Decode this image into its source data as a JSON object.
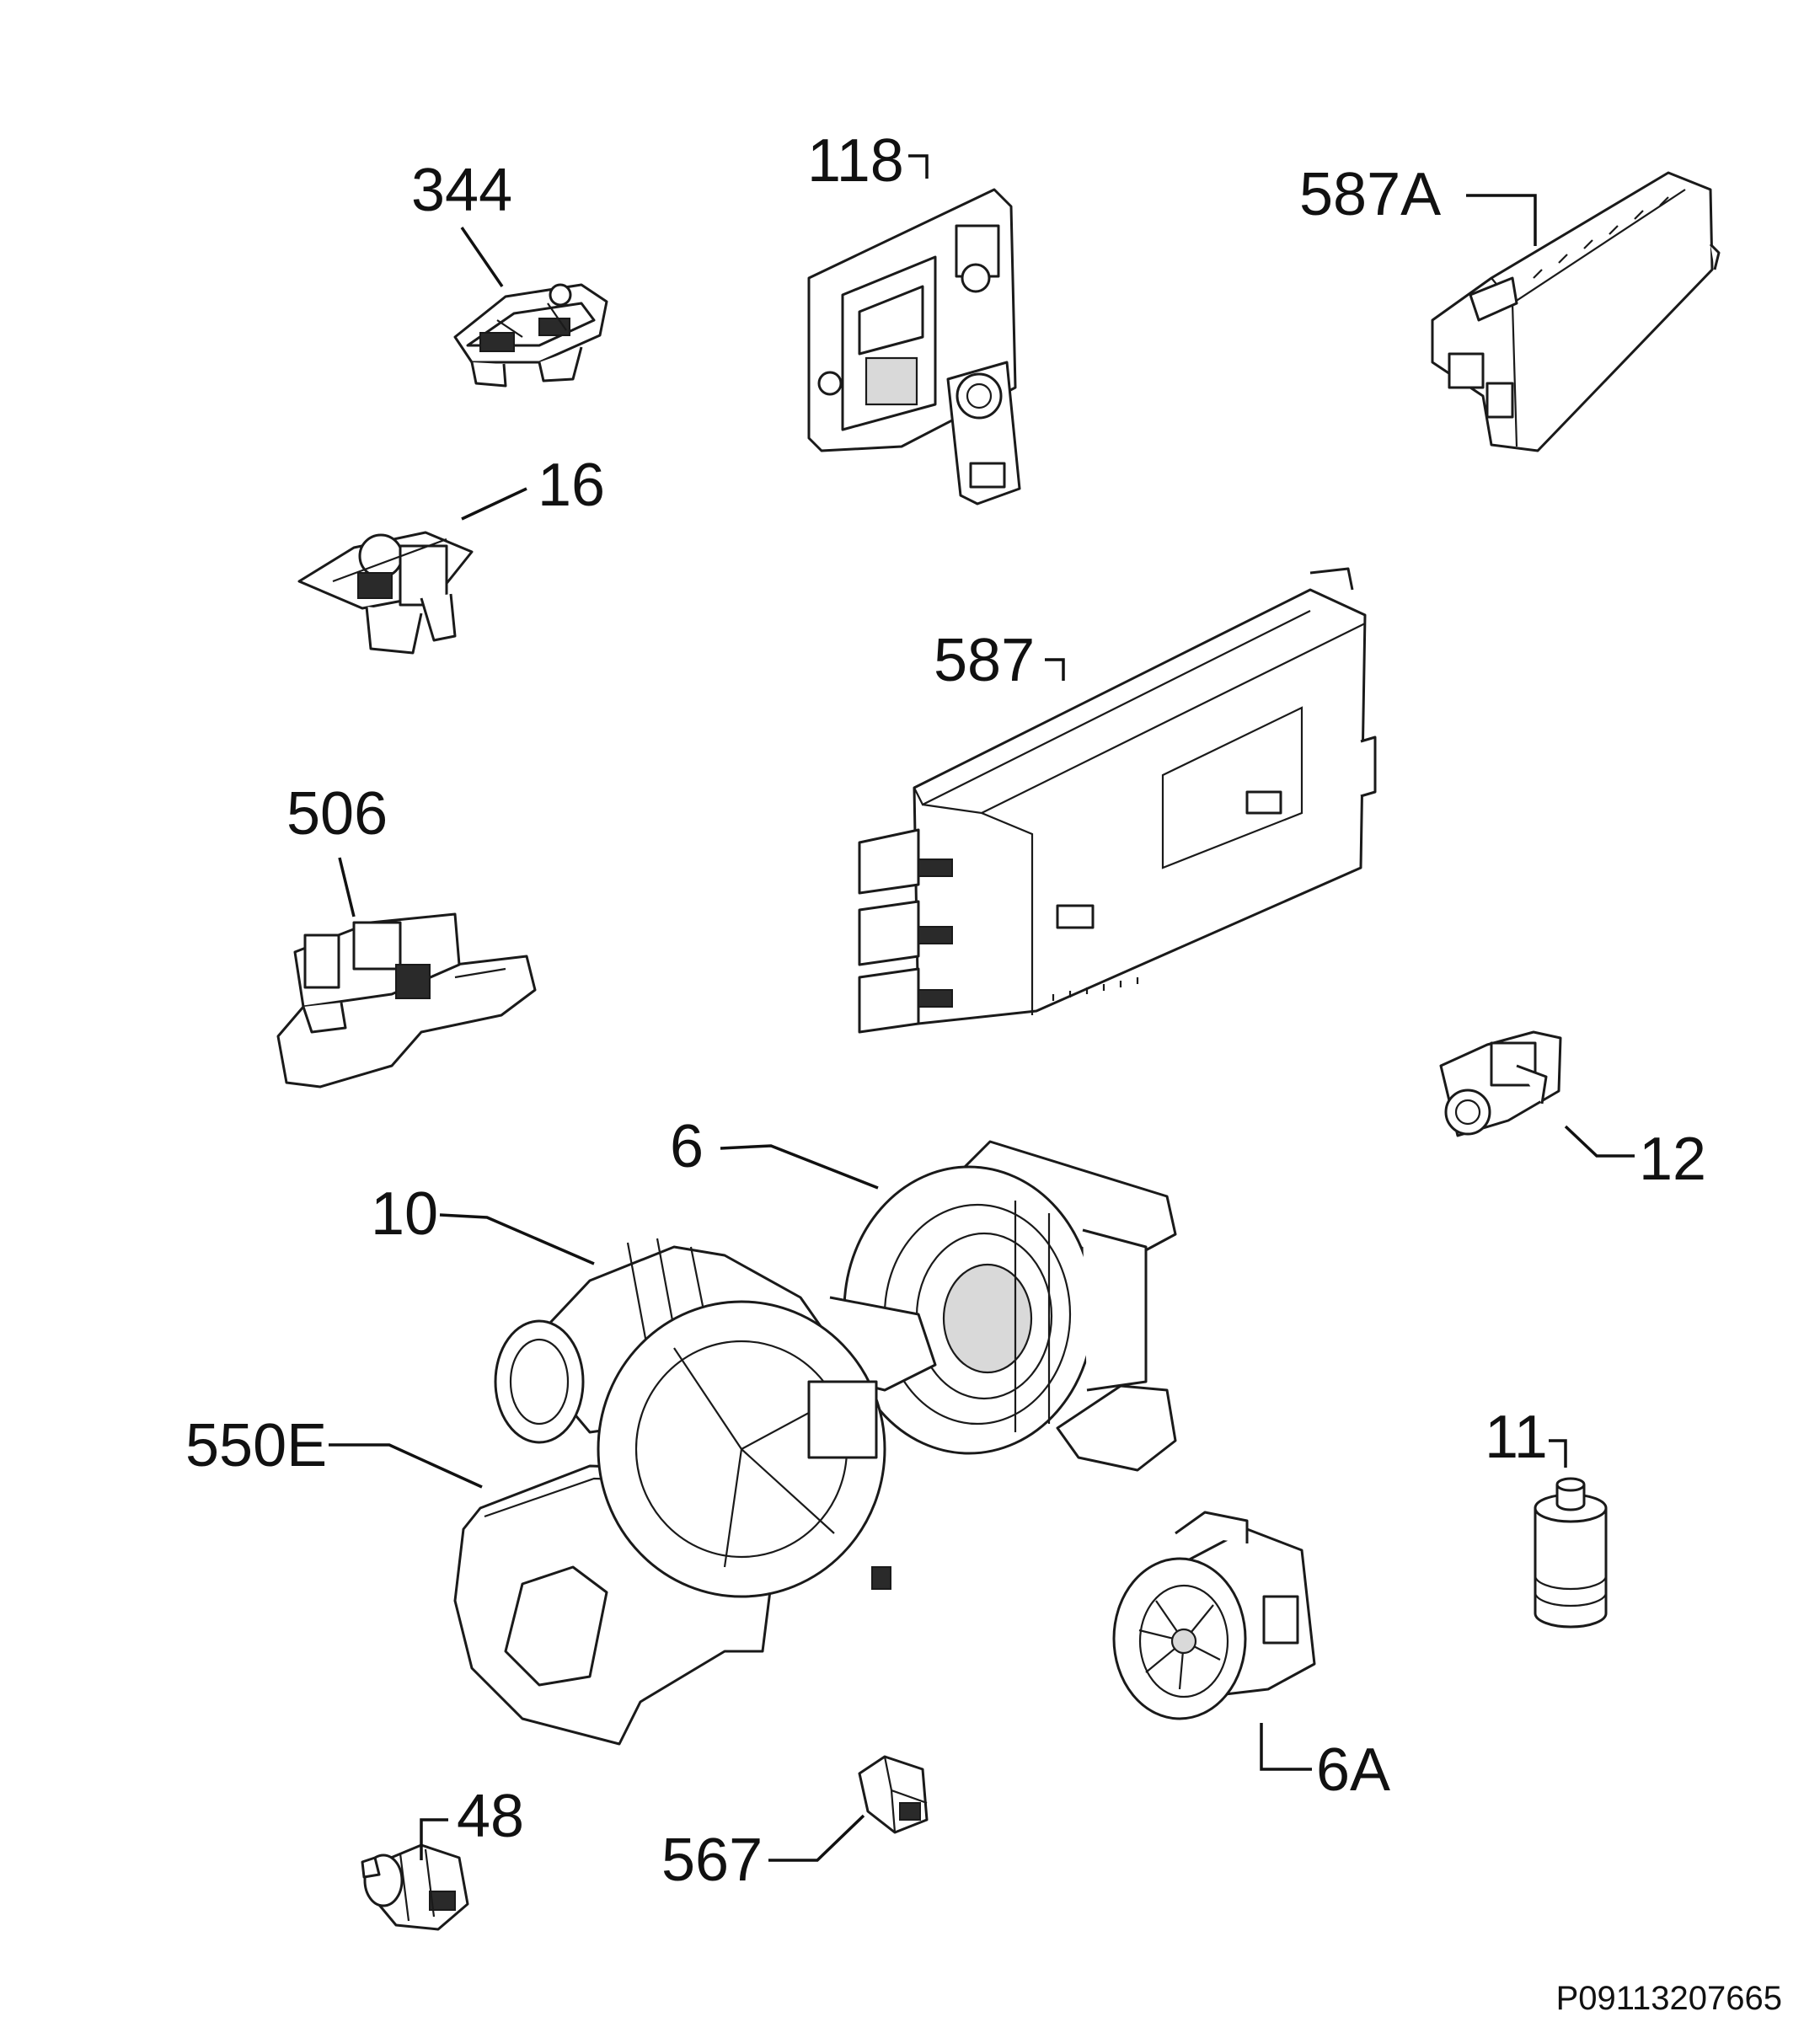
{
  "labels": {
    "p344": "344",
    "p118": "118",
    "p587A": "587A",
    "p16": "16",
    "p587": "587",
    "p506": "506",
    "p12": "12",
    "p6": "6",
    "p10": "10",
    "p550E": "550E",
    "p11": "11",
    "p6A": "6A",
    "p48": "48",
    "p567": "567"
  },
  "drawing_code": "P09113207665"
}
